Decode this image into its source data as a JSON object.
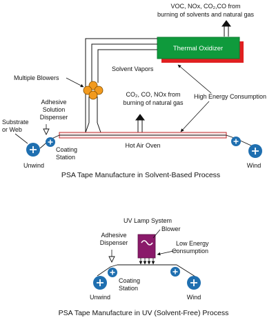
{
  "top": {
    "exhaust_line1": "VOC, NOx, CO₂,CO from",
    "exhaust_line2": "burning of solvents and natural gas",
    "oxidizer": "Thermal Oxidizer",
    "multiple_blowers": "Multiple Blowers",
    "solvent_vapors": "Solvent Vapors",
    "gas_line1": "CO₂, CO, NOx from",
    "gas_line2": "burning of natural gas",
    "high_energy": "High Energy Consumption",
    "adhesive_line1": "Adhesive",
    "adhesive_line2": "Solution",
    "adhesive_line3": "Dispenser",
    "substrate_line1": "Substrate",
    "substrate_line2": "or Web",
    "coating_line1": "Coating",
    "coating_line2": "Station",
    "oven": "Hot Air Oven",
    "unwind": "Unwind",
    "wind": "Wind",
    "caption": "PSA Tape Manufacture in Solvent-Based Process"
  },
  "bottom": {
    "uv_lamp": "UV Lamp System",
    "blower": "Blower",
    "low_line1": "Low Energy",
    "low_line2": "Consumption",
    "adhesive_line1": "Adhesive",
    "adhesive_line2": "Dispenser",
    "coating_line1": "Coating",
    "coating_line2": "Station",
    "unwind": "Unwind",
    "wind": "Wind",
    "caption": "PSA Tape Manufacture in UV (Solvent-Free) Process"
  },
  "colors": {
    "roller": "#1f6fb0",
    "oxidizer_green": "#0f9a3c",
    "oxidizer_red": "#e02020",
    "blower_orange": "#f29a1e",
    "uv_purple": "#8a1a6a",
    "oven_fill": "#fbeaea",
    "oven_border": "#c0282a"
  }
}
